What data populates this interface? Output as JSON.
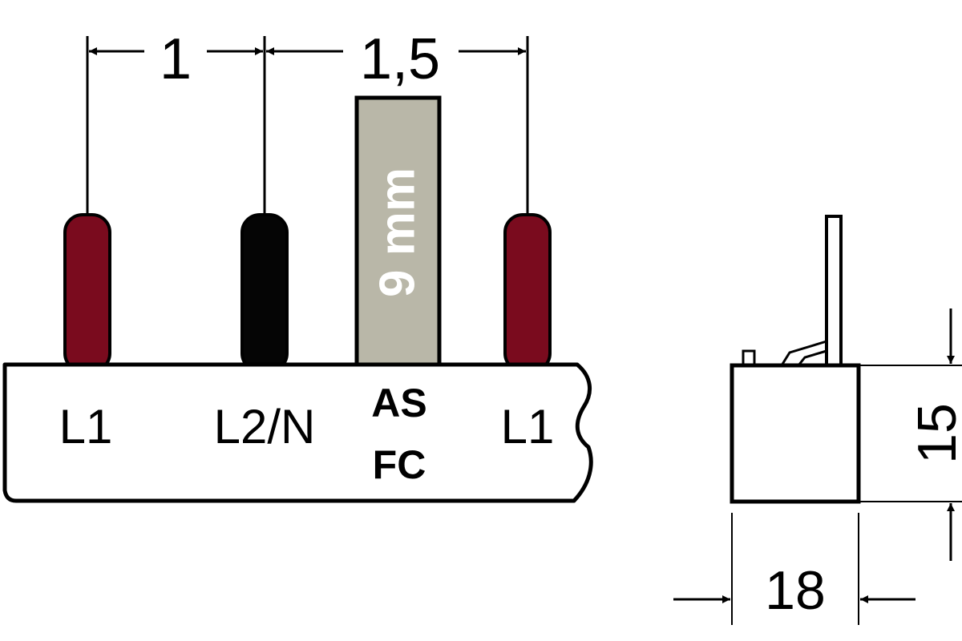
{
  "dimensions": {
    "pitch_1": "1",
    "pitch_2": "1,5",
    "height": "15",
    "width": "18"
  },
  "pins": {
    "pin_1_label": "L1",
    "pin_2_label": "L2/N",
    "pin_3_label_line1": "AS",
    "pin_3_label_line2": "FC",
    "pin_4_label": "L1",
    "pin_3_text": "9 mm"
  },
  "colors": {
    "phase_pin": "#7a0b1e",
    "neutral_pin": "#050505",
    "aux_pin": "#b9b7a8",
    "outline": "#000000",
    "background": "#ffffff"
  }
}
